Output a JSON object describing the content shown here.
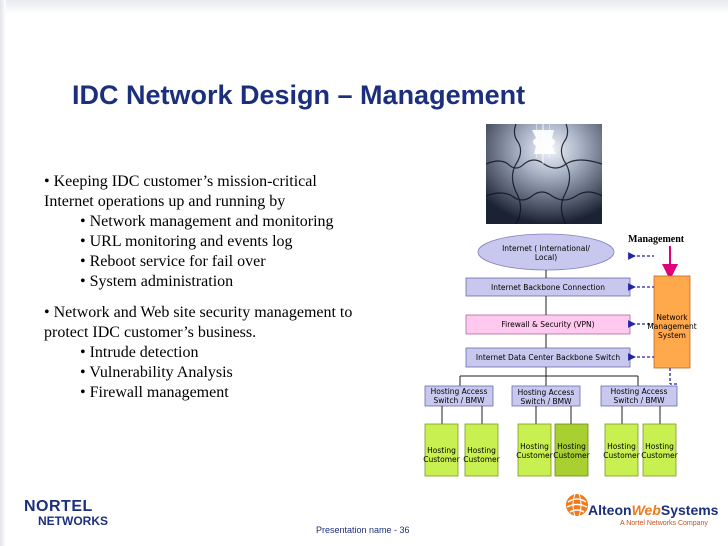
{
  "title": "IDC Network Design – Management",
  "bullets": {
    "group1": {
      "intro_line1": "• Keeping IDC customer’s mission-critical",
      "intro_line2": "Internet operations up and running by",
      "items": [
        "• Network management and monitoring",
        "• URL monitoring and events log",
        "• Reboot service for fail over",
        "• System administration"
      ]
    },
    "group2": {
      "intro_line1": "• Network and Web site security management to",
      "intro_line2": "protect IDC customer’s business.",
      "items": [
        "• Intrude detection",
        "• Vulnerability Analysis",
        "• Firewall management"
      ]
    }
  },
  "diagram": {
    "management_label": "Management",
    "internet": {
      "line1": "Internet ( International/",
      "line2": "Local)"
    },
    "backbone_connection": "Internet Backbone Connection",
    "firewall": "Firewall & Security (VPN)",
    "idc_switch": "Internet Data Center Backbone Switch",
    "nms": {
      "line1": "Network",
      "line2": "Management",
      "line3": "System"
    },
    "access_switches": [
      {
        "line1": "Hosting Access",
        "line2": "Switch / BMW"
      },
      {
        "line1": "Hosting Access",
        "line2": "Switch / BMW"
      },
      {
        "line1": "Hosting Access",
        "line2": "Switch / BMW"
      }
    ],
    "customer": {
      "line1": "Hosting",
      "line2": "Customer"
    }
  },
  "footer": {
    "text": "Presentation name - 36"
  },
  "logos": {
    "nortel_line1": "NORTEL",
    "nortel_line2": "NETWORKS",
    "alteon_a": "Alteon",
    "alteon_b": "Web",
    "alteon_c": "Systems",
    "alteon_sub": "A Nortel Networks Company"
  },
  "colors": {
    "title": "#1c2f7c",
    "infrastructure_box": "#c8c8ee",
    "firewall_box": "#ffc8ee",
    "nms_box": "#ffa84c",
    "customer_box": "#c8f050",
    "customer_box_highlight": "#a8d030",
    "management_arrow": "#e0007a",
    "monitor_link": "#2424a8"
  }
}
